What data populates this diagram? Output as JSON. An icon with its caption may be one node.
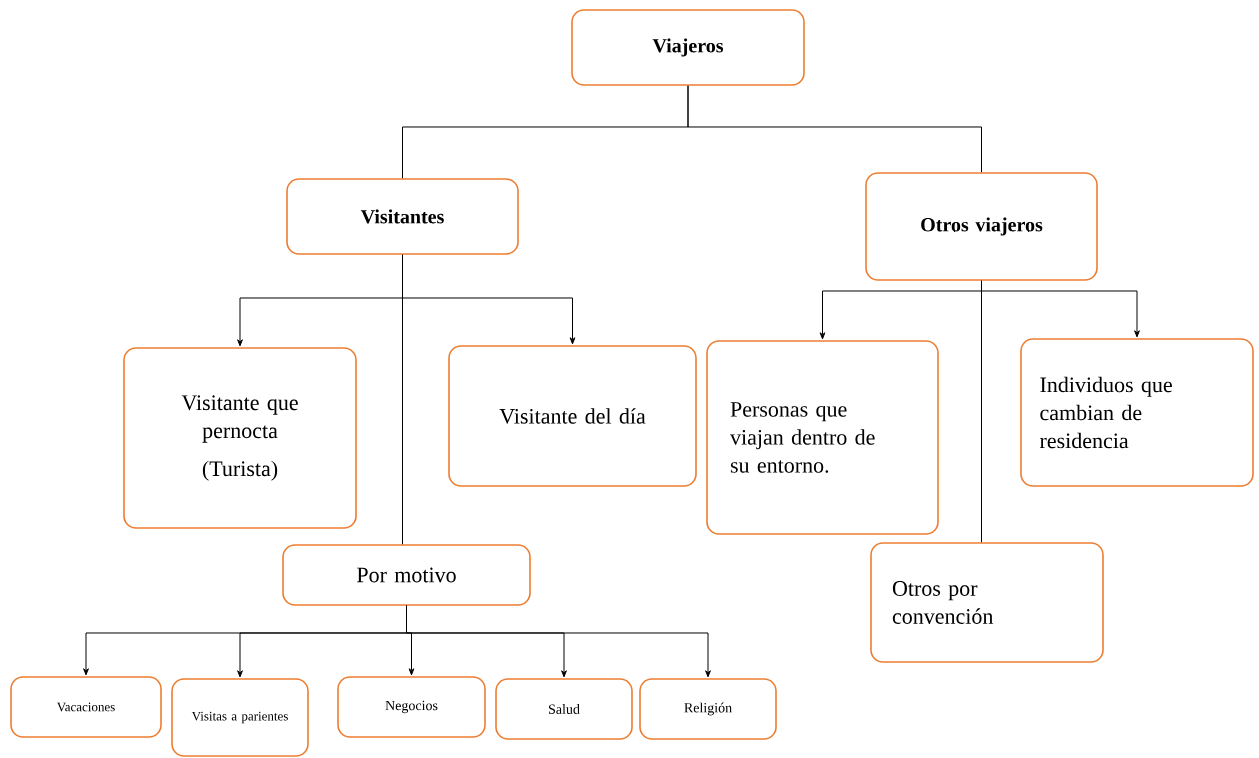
{
  "diagram": {
    "nodes": [
      {
        "text": [
          "Viajeros"
        ]
      },
      {
        "text": [
          "Visitantes"
        ]
      },
      {
        "text": [
          "Otros viajeros"
        ]
      },
      {
        "text": [
          "Visitante que pernocta",
          "(Turista)"
        ]
      },
      {
        "text": [
          "Visitante del día"
        ]
      },
      {
        "text": [
          "Personas que viajan dentro de su entorno."
        ]
      },
      {
        "text": [
          "Individuos que cambian de residencia"
        ]
      },
      {
        "text": [
          "Por motivo"
        ]
      },
      {
        "text": [
          "Otros por convención"
        ]
      },
      {
        "text": [
          "Vacaciones"
        ]
      },
      {
        "text": [
          "Visitas a parientes"
        ]
      },
      {
        "text": [
          "Negocios"
        ]
      },
      {
        "text": [
          "Salud"
        ]
      },
      {
        "text": [
          "Religión"
        ]
      }
    ],
    "edges": [
      {
        "from": 0,
        "to": 1,
        "arrow": "none"
      },
      {
        "from": 0,
        "to": 2,
        "arrow": "none"
      },
      {
        "from": 1,
        "to": 3,
        "arrow": "to"
      },
      {
        "from": 1,
        "to": 4,
        "arrow": "to"
      },
      {
        "from": 1,
        "to": 7,
        "arrow": "none"
      },
      {
        "from": 2,
        "to": 5,
        "arrow": "to"
      },
      {
        "from": 2,
        "to": 6,
        "arrow": "to"
      },
      {
        "from": 2,
        "to": 8,
        "arrow": "none"
      },
      {
        "from": 7,
        "to": 9,
        "arrow": "to"
      },
      {
        "from": 7,
        "to": 10,
        "arrow": "to"
      },
      {
        "from": 7,
        "to": 11,
        "arrow": "to"
      },
      {
        "from": 7,
        "to": 12,
        "arrow": "to"
      },
      {
        "from": 7,
        "to": 13,
        "arrow": "to"
      }
    ]
  }
}
